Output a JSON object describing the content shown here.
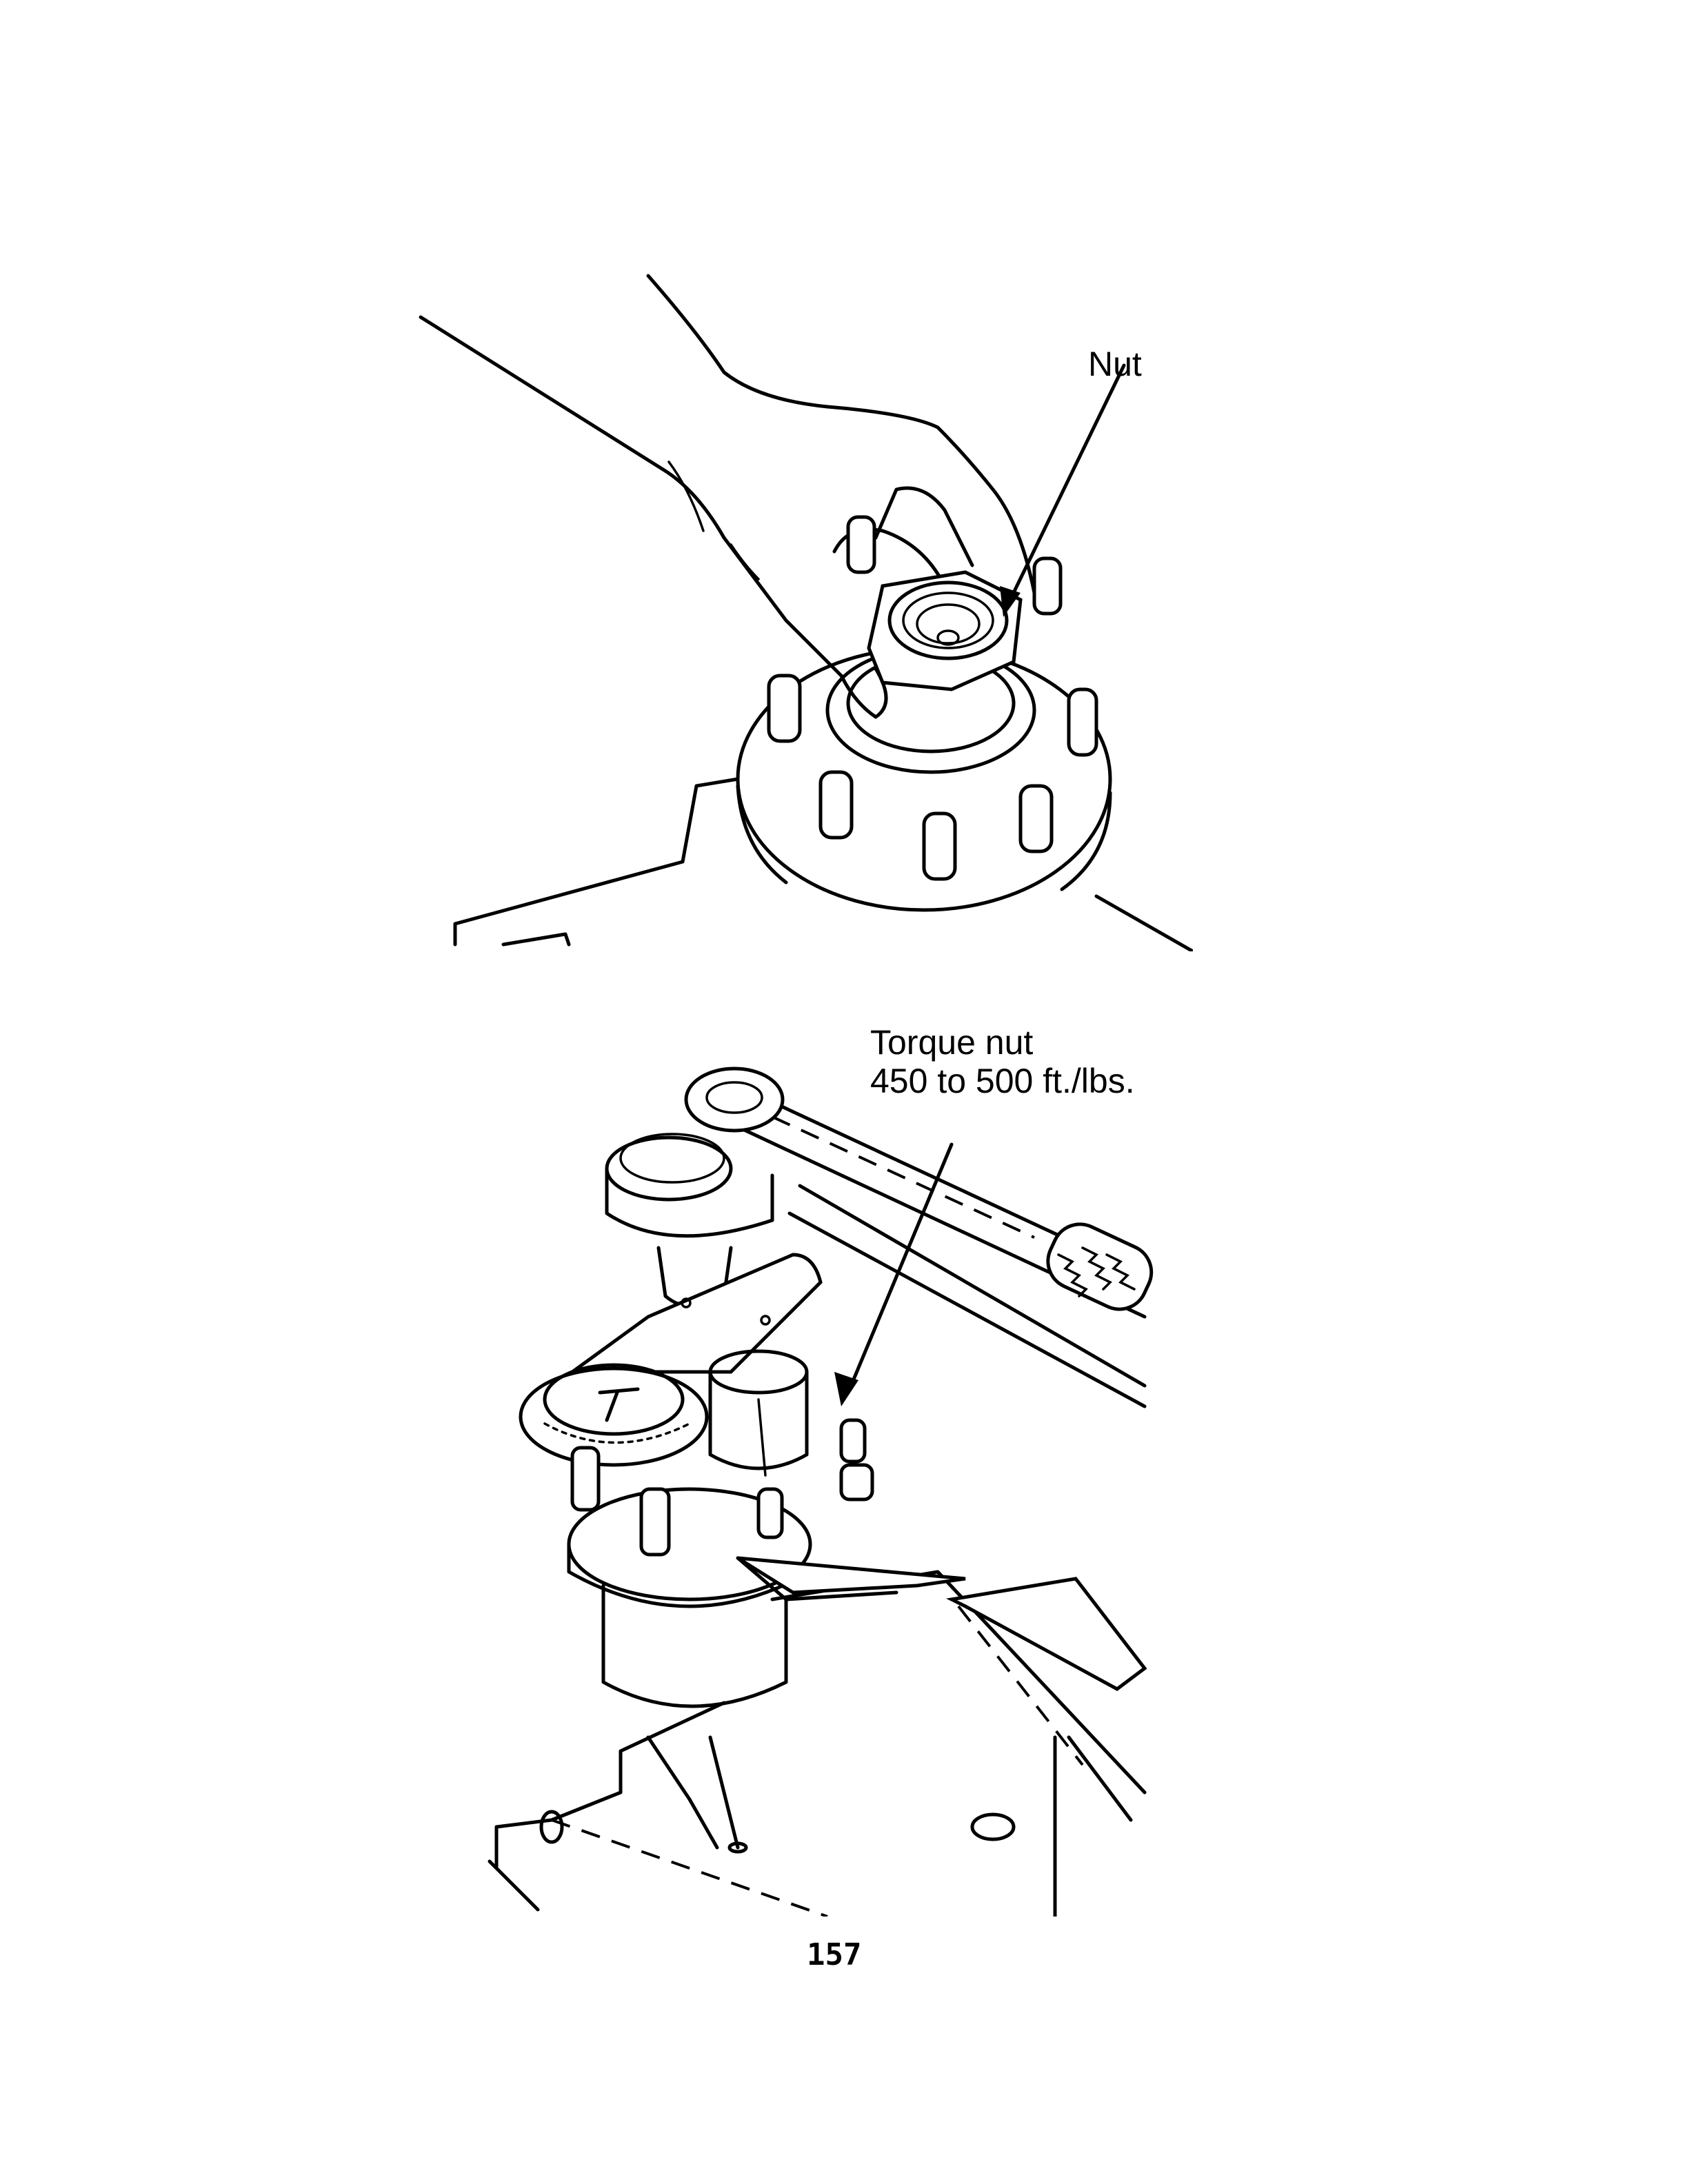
{
  "figures": [
    {
      "id": "figure-top",
      "description": "Hand threading nut onto hub studs",
      "callout": {
        "label": "Nut"
      }
    },
    {
      "id": "figure-bottom",
      "description": "Torque wrench with multiplier on hub nut",
      "callout": {
        "line1": "Torque nut",
        "line2": "450 to 500 ft./lbs."
      }
    }
  ],
  "page": {
    "number": "157"
  },
  "colors": {
    "ink": "#000000",
    "paper": "#ffffff"
  }
}
